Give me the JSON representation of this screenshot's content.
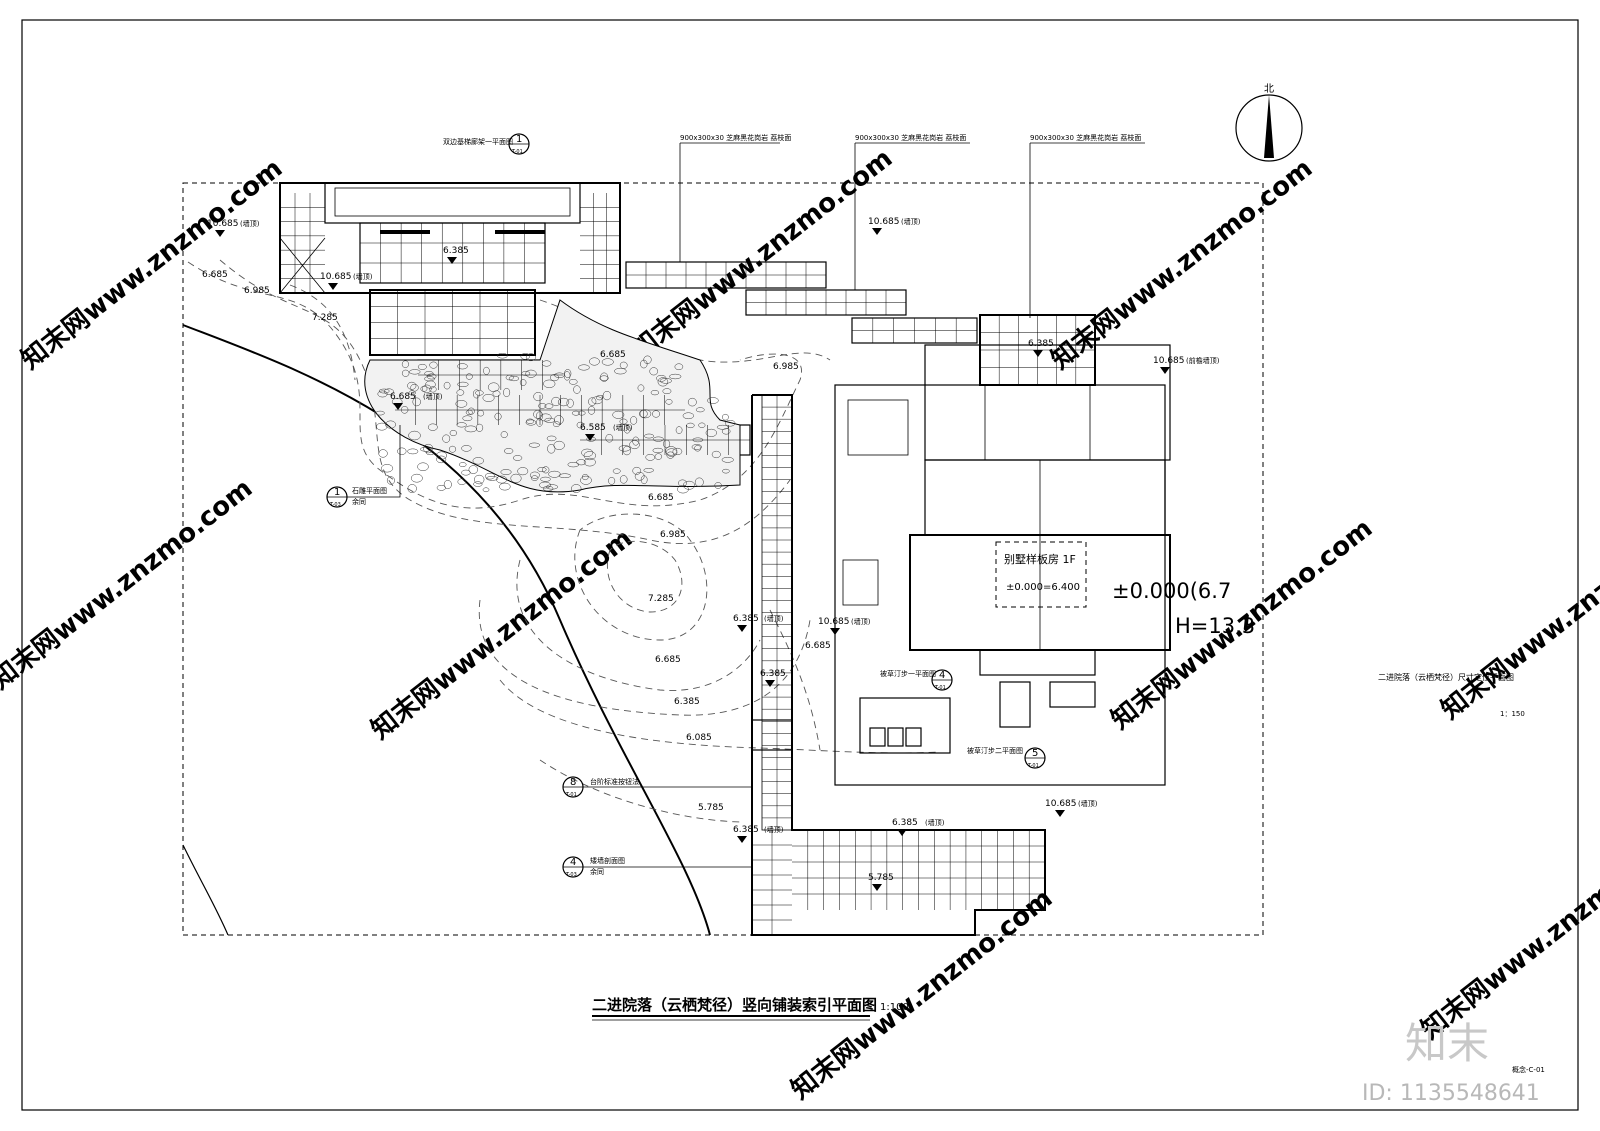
{
  "drawing": {
    "main_title": "二进院落（云栖梵径）竖向铺装索引平面图",
    "main_scale": "1:100",
    "side_title": "二进院落（云栖梵径）尺寸定位平面图",
    "side_scale": "1：150",
    "north_label": "北",
    "sheet_code": "概念-C-01"
  },
  "paving_notes": [
    "900x300x30 芝麻黑花岗岩 荔枝面",
    "900x300x30 芝麻黑花岗岩 荔枝面",
    "900x300x30 芝麻黑花岗岩 荔枝面"
  ],
  "index_refs": [
    {
      "num": "1",
      "sheet": "T-01",
      "label": "双边基梯廊架一平面图"
    },
    {
      "num": "1",
      "sheet": "T-03",
      "label": "石雕平面图",
      "sub": "余同"
    },
    {
      "num": "4",
      "sheet": "T-01",
      "label": "被草汀步一平面图"
    },
    {
      "num": "5",
      "sheet": "T-01",
      "label": "被草汀步二平面图"
    },
    {
      "num": "8",
      "sheet": "T-01",
      "label": "台阶标准按钮法"
    },
    {
      "num": "4",
      "sheet": "T-03",
      "label": "矮墙剖面图",
      "sub": "余同"
    }
  ],
  "levels": [
    {
      "value": "10.685",
      "note": "(墙顶)"
    },
    {
      "value": "10.685",
      "note": "(墙顶)"
    },
    {
      "value": "10.685",
      "note": "(墙顶)"
    },
    {
      "value": "10.685",
      "note": "(前檐墙顶)"
    },
    {
      "value": "10.685",
      "note": "(墙顶)"
    },
    {
      "value": "10.685",
      "note": "(墙顶)"
    },
    {
      "value": "6.385",
      "note": ""
    },
    {
      "value": "6.385",
      "note": ""
    },
    {
      "value": "6.385",
      "note": "(墙顶)"
    },
    {
      "value": "6.385",
      "note": ""
    },
    {
      "value": "6.385",
      "note": "(墙顶)"
    },
    {
      "value": "6.385",
      "note": "(墙顶)"
    },
    {
      "value": "6.685",
      "note": "(墙顶)"
    },
    {
      "value": "6.585",
      "note": "(墙顶)"
    },
    {
      "value": "5.785",
      "note": ""
    }
  ],
  "contours": [
    "6.685",
    "6.985",
    "7.285",
    "6.685",
    "6.985",
    "6.685",
    "6.985",
    "7.285",
    "6.685",
    "6.385",
    "6.085",
    "5.785",
    "6.685"
  ],
  "building": {
    "label": "别墅样板房 1F",
    "elevation": "±0.000=6.400",
    "big_elev": "±0.000(6.7",
    "big_h": "H=13.3"
  },
  "watermarks": {
    "url": "知末网www.znzmo.com",
    "logo": "知末",
    "id": "ID: 1135548641"
  }
}
